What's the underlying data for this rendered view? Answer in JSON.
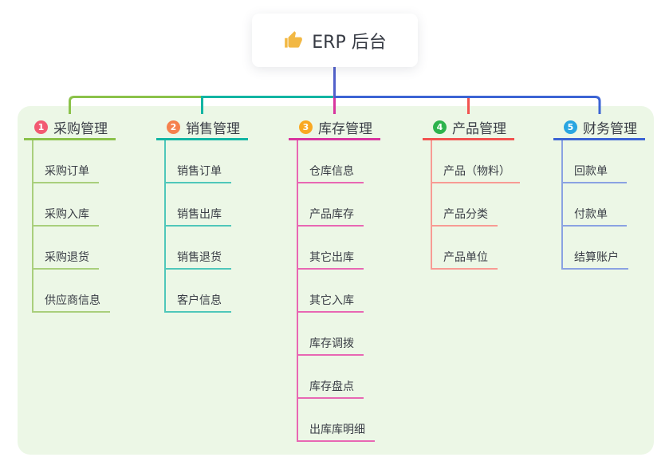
{
  "root": {
    "label": "ERP 后台",
    "icon": "thumbs-up-icon",
    "icon_color": "#f2b844"
  },
  "colors": {
    "canvas_bg": "#ffffff",
    "panel_bg": "#ecf7e6",
    "trunk": "#5261cb",
    "title_text": "#3a3e46",
    "child_text": "#3a3e46"
  },
  "branches": [
    {
      "number": "1",
      "title": "采购管理",
      "badge_color": "#f25a72",
      "line_color": "#8bc24a",
      "child_line_color": "#a9cf7c",
      "children": [
        "采购订单",
        "采购入库",
        "采购退货",
        "供应商信息"
      ]
    },
    {
      "number": "2",
      "title": "销售管理",
      "badge_color": "#f5814d",
      "line_color": "#12b5a3",
      "child_line_color": "#4fc7ba",
      "children": [
        "销售订单",
        "销售出库",
        "销售退货",
        "客户信息"
      ]
    },
    {
      "number": "3",
      "title": "库存管理",
      "badge_color": "#f9a822",
      "line_color": "#d8359f",
      "child_line_color": "#e867b3",
      "children": [
        "仓库信息",
        "产品库存",
        "其它出库",
        "其它入库",
        "库存调拨",
        "库存盘点",
        "出库库明细"
      ]
    },
    {
      "number": "4",
      "title": "产品管理",
      "badge_color": "#2db34d",
      "line_color": "#f25350",
      "child_line_color": "#f89b94",
      "children": [
        "产品（物料）",
        "产品分类",
        "产品单位"
      ]
    },
    {
      "number": "5",
      "title": "财务管理",
      "badge_color": "#29a5e1",
      "line_color": "#3c64d4",
      "child_line_color": "#8aa2e2",
      "children": [
        "回款单",
        "付款单",
        "结算账户"
      ]
    }
  ]
}
